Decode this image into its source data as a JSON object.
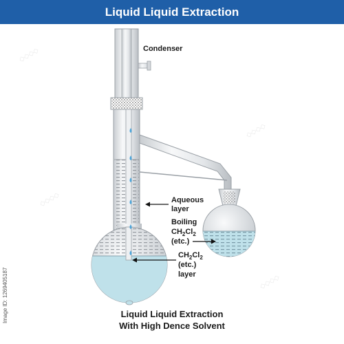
{
  "title": "Liquid Liquid Extraction",
  "labels": {
    "condenser": "Condenser",
    "aqueous_line1": "Aqueous",
    "aqueous_line2": "layer",
    "boiling_line1": "Boiling",
    "boiling_formula_a": "CH",
    "boiling_formula_sub1": "2",
    "boiling_formula_b": "Cl",
    "boiling_formula_sub2": "2",
    "boiling_line3": "(etc.)",
    "ch2cl2_formula_a": "CH",
    "ch2cl2_formula_sub1": "2",
    "ch2cl2_formula_b": "Cl",
    "ch2cl2_formula_sub2": "2",
    "ch2cl2_line2": "(etc.)",
    "ch2cl2_line3": "layer"
  },
  "caption": {
    "line1": "Liquid Liquid Extraction",
    "line2": "With High Dence Solvent"
  },
  "side_id": "Image ID: 1269405187",
  "colors": {
    "header": "#1f5fa8",
    "glass": "#e8eaec",
    "glass_edge": "#9aa0a6",
    "solvent": "#bfe1ea",
    "drop": "#4aa3d8"
  }
}
